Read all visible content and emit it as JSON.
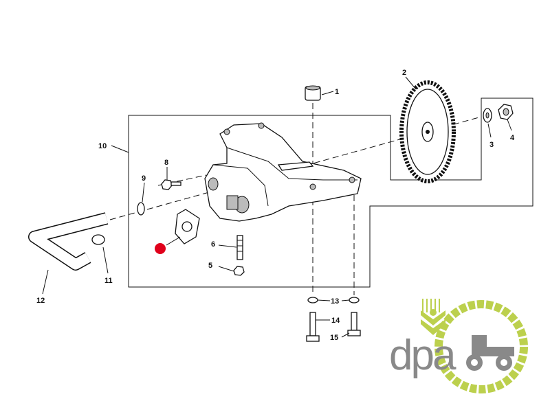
{
  "diagram": {
    "title": "Oil pump assembly exploded view",
    "callouts": [
      {
        "id": "1",
        "label": "1"
      },
      {
        "id": "2",
        "label": "2"
      },
      {
        "id": "3",
        "label": "3"
      },
      {
        "id": "4",
        "label": "4"
      },
      {
        "id": "5",
        "label": "5"
      },
      {
        "id": "6",
        "label": "6"
      },
      {
        "id": "8",
        "label": "8"
      },
      {
        "id": "9",
        "label": "9"
      },
      {
        "id": "10",
        "label": "10"
      },
      {
        "id": "11",
        "label": "11"
      },
      {
        "id": "12",
        "label": "12"
      },
      {
        "id": "13",
        "label": "13"
      },
      {
        "id": "14",
        "label": "14"
      },
      {
        "id": "15",
        "label": "15"
      }
    ],
    "highlight_color": "#e0001b"
  },
  "logo": {
    "text": "dpa",
    "gray": "#7d7d7d",
    "green": "#b5cc3a"
  }
}
